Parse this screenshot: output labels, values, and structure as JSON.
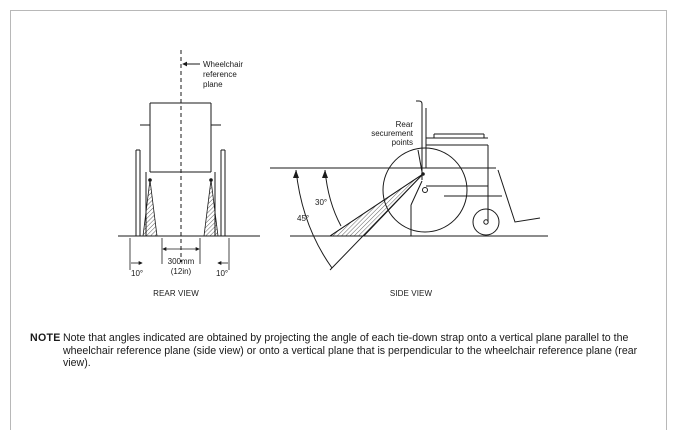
{
  "rear_view": {
    "reference_plane_label": [
      "Wheelchair",
      "reference",
      "plane"
    ],
    "angle_left": "10°",
    "angle_right": "10°",
    "spacing_mm": "300mm",
    "spacing_in": "(12in)",
    "caption": "REAR VIEW"
  },
  "side_view": {
    "securement_label": [
      "Rear",
      "securement",
      "points"
    ],
    "angle_min": "30°",
    "angle_max": "45°",
    "caption": "SIDE VIEW"
  },
  "note": {
    "keyword": "NOTE",
    "text": "Note that angles indicated are obtained by projecting the angle of each tie-down strap onto a vertical plane parallel to the wheelchair reference plane (side view) or onto a vertical plane that is perpendicular to the wheelchair reference plane (rear view)."
  },
  "colors": {
    "line": "#1a1a1a",
    "border": "#b8b8b8"
  }
}
